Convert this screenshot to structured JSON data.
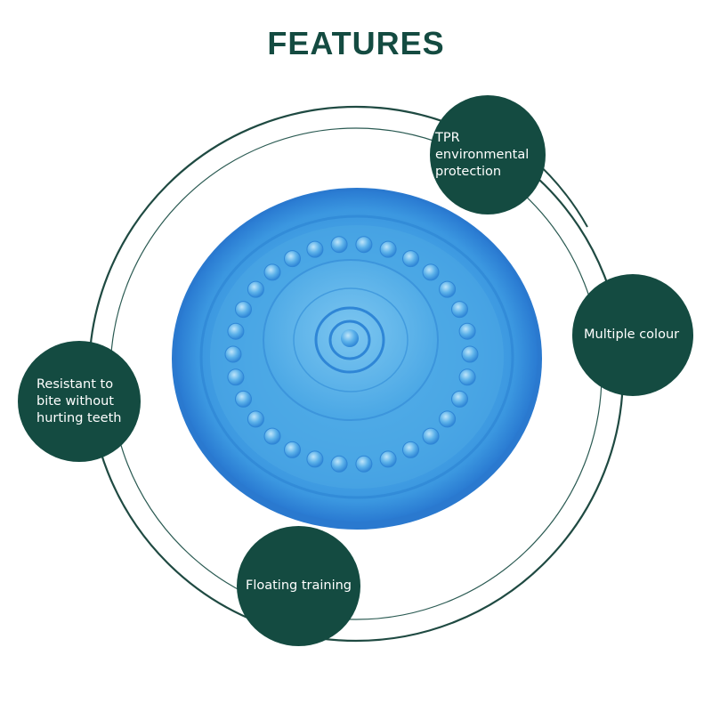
{
  "title": "FEATURES",
  "colors": {
    "accent": "#144b41",
    "ring": "#1f4a42",
    "frisbee_blue": "#3ea3e3",
    "frisbee_edge": "#2b7fd0"
  },
  "product": {
    "icon": "blue-flying-disc"
  },
  "features": [
    {
      "label": "TPR environmental protection"
    },
    {
      "label": "Multiple colour"
    },
    {
      "label": "Resistant to bite without hurting teeth"
    },
    {
      "label": "Floating training"
    }
  ]
}
